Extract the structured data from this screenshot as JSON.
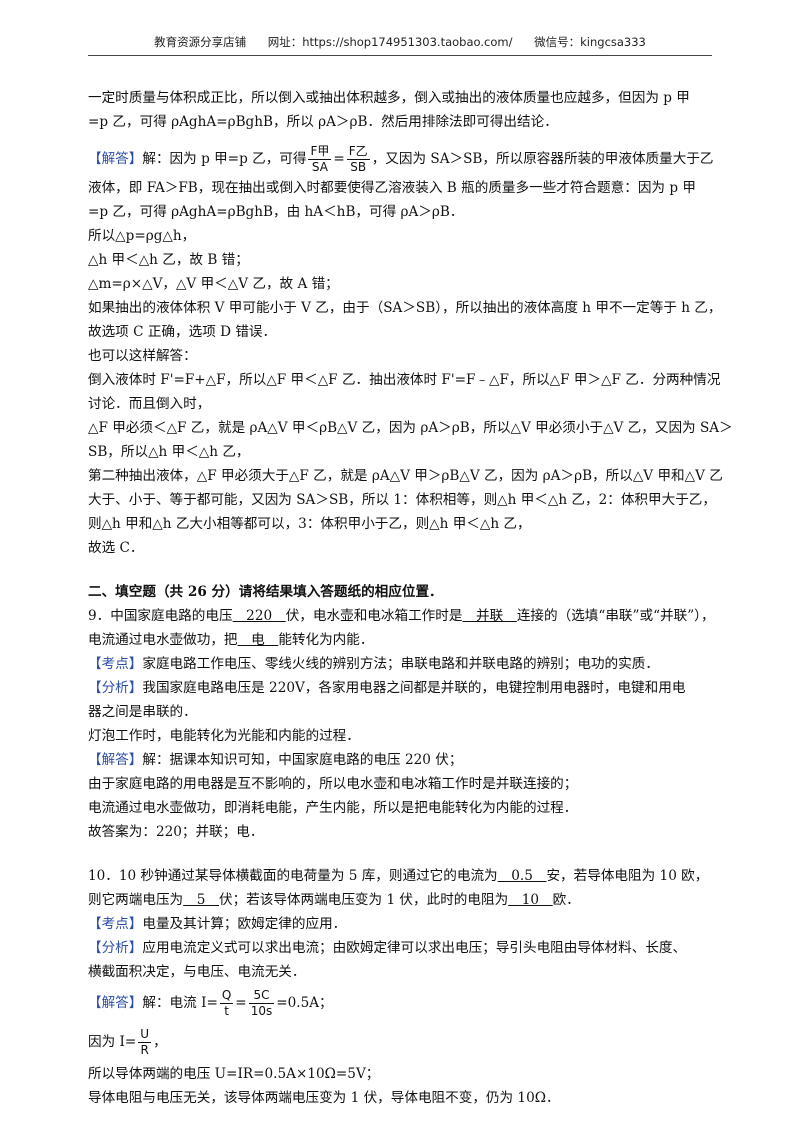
{
  "header": {
    "site": "教育资源分享店铺",
    "url_label": "网址：",
    "url": "https://shop174951303.taobao.com/",
    "wechat": "微信号：kingcsa333"
  },
  "p1": {
    "l1": "一定时质量与体积成正比，所以倒入或抽出体积越多，倒入或抽出的液体质量也应越多，但因为 p 甲",
    "l2": "=p 乙，可得 ρAghA=ρBghB，所以 ρA＞ρB．然后用排除法即可得出结论．"
  },
  "ans1": {
    "tag": "【解答】",
    "pre": "解：因为 p 甲=p 乙，可得",
    "f1_num": "F甲",
    "f1_den": "SA",
    "eq": "=",
    "f2_num": "F乙",
    "f2_den": "SB",
    "post": "，又因为 SA＞SB，所以原容器所装的甲液体质量大于乙",
    "lines": [
      "液体，即 FA＞FB，现在抽出或倒入时都要使得乙溶液装入 B 瓶的质量多一些才符合题意：因为 p 甲",
      "=p 乙，可得 ρAghA=ρBghB，由 hA＜hB，可得 ρA＞ρB．",
      "所以△p=ρg△h，",
      "△h 甲＜△h 乙，故 B 错；",
      "△m=ρ×△V，△V 甲＜△V 乙，故 A 错；",
      "如果抽出的液体体积 V 甲可能小于 V 乙，由于（SA＞SB），所以抽出的液体高度 h 甲不一定等于 h 乙，",
      "故选项 C 正确，选项 D 错误．",
      "也可以这样解答：",
      "倒入液体时 F'=F+△F，所以△F 甲＜△F 乙．抽出液体时 F'=F﹣△F，所以△F 甲＞△F 乙．分两种情况",
      "讨论．而且倒入时，",
      "△F 甲必须＜△F 乙，就是 ρA△V 甲＜ρB△V 乙，因为 ρA＞ρB，所以△V 甲必须小于△V 乙，又因为 SA＞",
      "SB，所以△h 甲＜△h 乙，",
      "第二种抽出液体，△F 甲必须大于△F 乙，就是 ρA△V 甲＞ρB△V 乙，因为 ρA＞ρB，所以△V 甲和△V 乙",
      "大于、小于、等于都可能，又因为 SA＞SB，所以 1：体积相等，则△h 甲＜△h 乙，2：体积甲大于乙，",
      "则△h 甲和△h 乙大小相等都可以，3：体积甲小于乙，则△h 甲＜△h 乙，",
      "故选 C．"
    ]
  },
  "section2": {
    "title": "二、填空题（共 26 分）请将结果填入答题纸的相应位置．"
  },
  "q9": {
    "a": "9．中国家庭电路的电压",
    "b1": "　220　",
    "c": "伏，电水壶和电冰箱工作时是",
    "b2": "　并联　",
    "d": "连接的（选填“串联”或“并联”），",
    "e": "电流通过电水壶做功，把",
    "b3": "　电　",
    "f": "能转化为内能．",
    "kd_tag": "【考点】",
    "kd": "家庭电路工作电压、零线火线的辨别方法；串联电路和并联电路的辨别；电功的实质．",
    "fx_tag": "【分析】",
    "fx1": "我国家庭电路电压是 220V，各家用电器之间都是并联的，电键控制用电器时，电键和用电",
    "fx2": "器之间是串联的．",
    "fx3": "灯泡工作时，电能转化为光能和内能的过程．",
    "jd_tag": "【解答】",
    "jd1": "解：据课本知识可知，中国家庭电路的电压 220 伏；",
    "jd2": "由于家庭电路的用电器是互不影响的，所以电水壶和电冰箱工作时是并联连接的；",
    "jd3": "电流通过电水壶做功，即消耗电能，产生内能，所以是把电能转化为内能的过程．",
    "jd4": "故答案为：220；并联；电．"
  },
  "q10": {
    "a": "10．10 秒钟通过某导体横截面的电荷量为 5 库，则通过它的电流为",
    "b1": "　0.5　",
    "c": "安，若导体电阻为 10 欧，",
    "d": "则它两端电压为",
    "b2": "　5　",
    "e": "伏；若该导体两端电压变为 1 伏，此时的电阻为",
    "b3": "　10　",
    "f": "欧．",
    "kd_tag": "【考点】",
    "kd": "电量及其计算；欧姆定律的应用．",
    "fx_tag": "【分析】",
    "fx1": "应用电流定义式可以求出电流；由欧姆定律可以求出电压；导引头电阻由导体材料、长度、",
    "fx2": "横截面积决定，与电压、电流无关．",
    "jd_tag": "【解答】",
    "jd_pre": "解：电流 I=",
    "f1_num": "Q",
    "f1_den": "t",
    "eq": "=",
    "f2_num": "5C",
    "f2_den": "10s",
    "jd_post": "=0.5A；",
    "because": "因为 I=",
    "f3_num": "U",
    "f3_den": "R",
    "because_post": "，",
    "l3": "所以导体两端的电压 U=IR=0.5A×10Ω=5V；",
    "l4": "导体电阻与电压无关，该导体两端电压变为 1 伏，导体电阻不变，仍为 10Ω．"
  }
}
